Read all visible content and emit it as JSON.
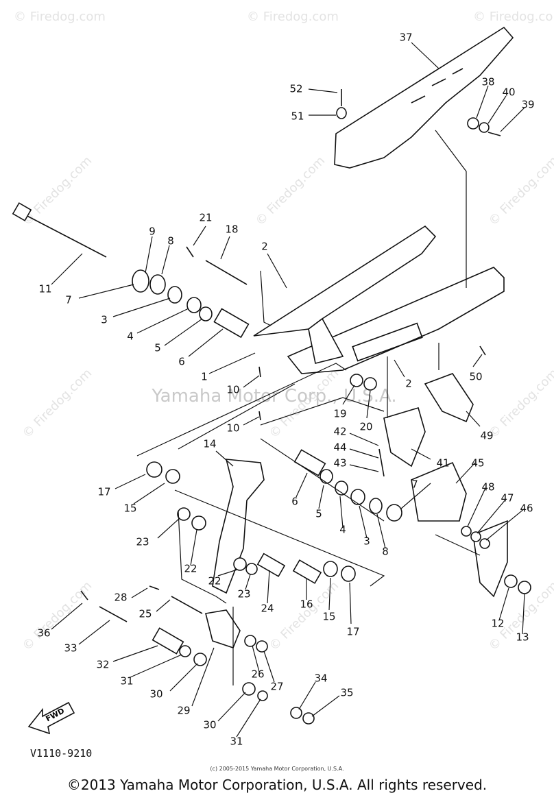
{
  "watermark": {
    "site": "© Firedog.com",
    "center": "Yamaha Motor Corp., U.S.A."
  },
  "diagram_code": "V1110-9210",
  "small_copyright": "(c) 2005-2015 Yamaha Motor Corporation, U.S.A.",
  "footer_copyright": "©2013 Yamaha Motor Corporation, U.S.A. All rights reserved.",
  "fwd_label": "FWD",
  "callouts": [
    "37",
    "52",
    "51",
    "38",
    "40",
    "39",
    "11",
    "9",
    "8",
    "7",
    "3",
    "4",
    "5",
    "6",
    "21",
    "18",
    "2",
    "1",
    "10",
    "10",
    "50",
    "19",
    "20",
    "2",
    "49",
    "42",
    "44",
    "43",
    "41",
    "14",
    "17",
    "15",
    "6",
    "5",
    "4",
    "3",
    "7",
    "8",
    "45",
    "48",
    "47",
    "46",
    "23",
    "22",
    "22",
    "23",
    "24",
    "16",
    "15",
    "17",
    "28",
    "25",
    "36",
    "33",
    "32",
    "31",
    "30",
    "29",
    "26",
    "27",
    "34",
    "35",
    "30",
    "31",
    "12",
    "13"
  ]
}
